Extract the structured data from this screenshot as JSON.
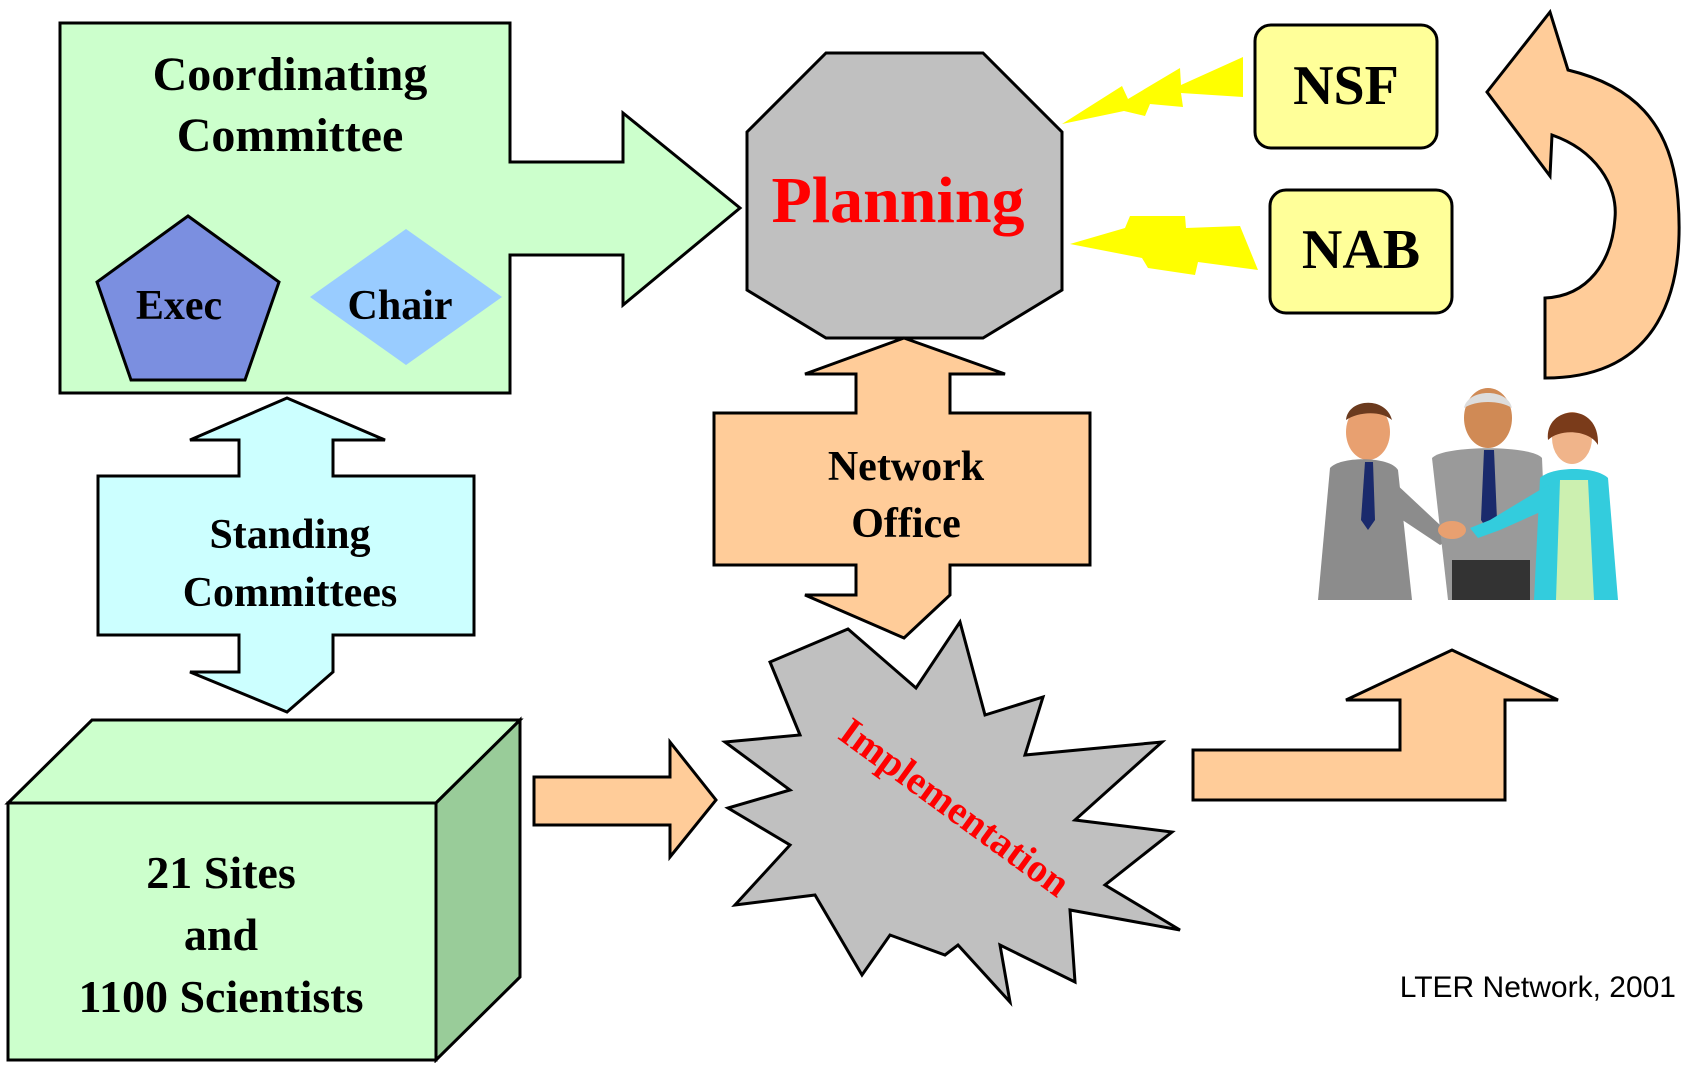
{
  "coordinating_committee": {
    "title_line1": "Coordinating",
    "title_line2": "Committee",
    "exec_label": "Exec",
    "chair_label": "Chair"
  },
  "planning": {
    "label": "Planning"
  },
  "agencies": {
    "nsf_label": "NSF",
    "nab_label": "NAB"
  },
  "network_office": {
    "line1": "Network",
    "line2": "Office"
  },
  "standing_committees": {
    "line1": "Standing",
    "line2": "Committees"
  },
  "sites": {
    "line1": "21 Sites",
    "line2": "and",
    "line3": "1100 Scientists"
  },
  "implementation": {
    "label": "Implementation"
  },
  "credit": {
    "text": "LTER Network, 2001"
  },
  "colors": {
    "light_green": "#ccffcc",
    "box_side_green": "#99cc99",
    "pentagon_blue": "#7b8fe0",
    "diamond_blue": "#99ccff",
    "octagon_gray": "#c0c0c0",
    "planning_red": "#ff0000",
    "lightning_yellow": "#ffff00",
    "label_box_yellow": "#ffff99",
    "peach": "#ffcc99",
    "cyan": "#ccffff"
  },
  "icons": [
    "people-handshake-icon",
    "lightning-bolt-icon"
  ]
}
